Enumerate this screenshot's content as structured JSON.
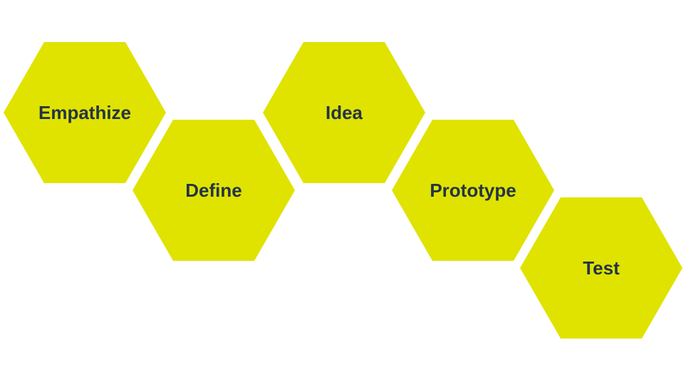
{
  "colors": {
    "hex_fill": "#e0e300",
    "text": "#243444",
    "background": "#ffffff"
  },
  "steps": [
    {
      "label": "Empathize"
    },
    {
      "label": "Define"
    },
    {
      "label": "Idea"
    },
    {
      "label": "Prototype"
    },
    {
      "label": "Test"
    }
  ]
}
